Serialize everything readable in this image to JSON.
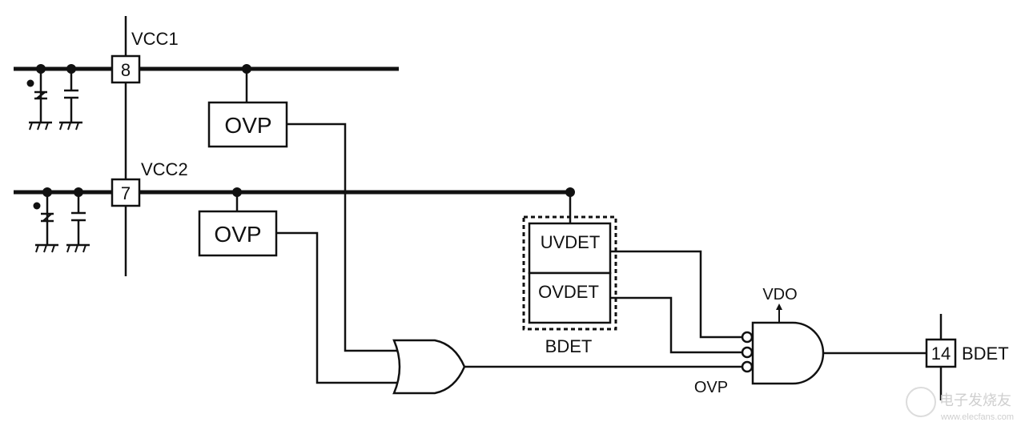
{
  "diagram": {
    "title": "Battery voltage detection (BDET) circuit",
    "pins": {
      "vcc1": {
        "number": "8",
        "name": "VCC1"
      },
      "vcc2": {
        "number": "7",
        "name": "VCC2"
      },
      "bdet": {
        "number": "14",
        "name": "BDET"
      }
    },
    "blocks": {
      "ovp1": "OVP",
      "ovp2": "OVP",
      "uvdet": "UVDET",
      "ovdet": "OVDET",
      "bdet_group": "BDET"
    },
    "labels": {
      "vdo": "VDO",
      "ovp_input": "OVP"
    },
    "gates": {
      "or_gate": "OR",
      "and_gate": "AND (3 inverted inputs)"
    },
    "watermark": {
      "brand": "电子发烧友",
      "url": "www.elecfans.com"
    },
    "colors": {
      "line": "#111111",
      "background": "#ffffff",
      "watermark": "#cfcfcf"
    }
  }
}
